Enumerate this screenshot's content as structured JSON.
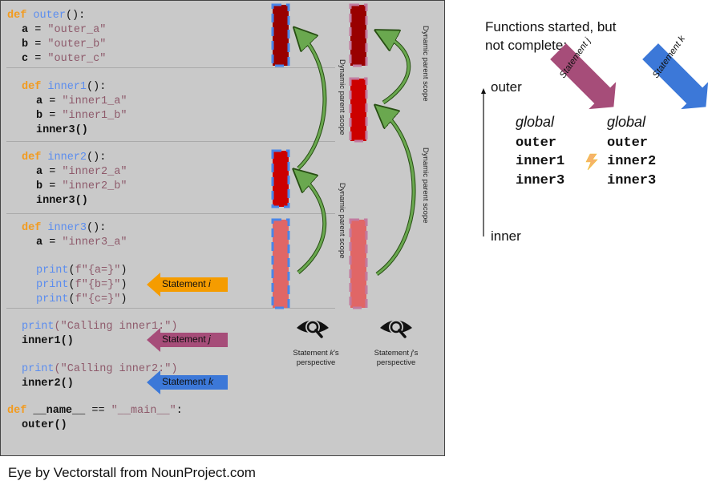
{
  "code": {
    "outer_def": [
      "def",
      "outer",
      "():"
    ],
    "outer_body": [
      {
        "var": "a",
        "val": "\"outer_a\""
      },
      {
        "var": "b",
        "val": "\"outer_b\""
      },
      {
        "var": "c",
        "val": "\"outer_c\""
      }
    ],
    "inner1_def": [
      "def",
      "inner1",
      "():"
    ],
    "inner1_body": [
      {
        "var": "a",
        "val": "\"inner1_a\""
      },
      {
        "var": "b",
        "val": "\"inner1_b\""
      }
    ],
    "inner1_call": "inner3()",
    "inner2_def": [
      "def",
      "inner2",
      "():"
    ],
    "inner2_body": [
      {
        "var": "a",
        "val": "\"inner2_a\""
      },
      {
        "var": "b",
        "val": "\"inner2_b\""
      }
    ],
    "inner2_call": "inner3()",
    "inner3_def": [
      "def",
      "inner3",
      "():"
    ],
    "inner3_body": [
      {
        "var": "a",
        "val": "\"inner3_a\""
      }
    ],
    "prints": [
      {
        "fn": "print",
        "open": "(",
        "arg": "f\"{a=}\"",
        "close": ")"
      },
      {
        "fn": "print",
        "open": "(",
        "arg": "f\"{b=}\"",
        "close": ")"
      },
      {
        "fn": "print",
        "open": "(",
        "arg": "f\"{c=}\"",
        "close": ")"
      }
    ],
    "call_print1": {
      "fn": "print",
      "arg": "(\"Calling inner1:\")"
    },
    "call_inner1": "inner1()",
    "call_print2": {
      "fn": "print",
      "arg": "(\"Calling inner2:\")"
    },
    "call_inner2": "inner2()",
    "main_def": "def",
    "main_name": "__name__",
    "main_eq": "==",
    "main_str": "\"__main__\"",
    "main_colon": ":",
    "main_call": "outer()"
  },
  "statements": {
    "i": {
      "label": "Statement ",
      "letter": "i",
      "color": "#f59c00"
    },
    "j": {
      "label": "Statement ",
      "letter": "j",
      "color": "#a64d79"
    },
    "k": {
      "label": "Statement ",
      "letter": "k",
      "color": "#3c78d8"
    }
  },
  "scope_labels": {
    "dynamic_parent_scope": "Dynamic parent scope"
  },
  "perspectives": {
    "k": {
      "line1_a": "Statement ",
      "line1_b": "k",
      "line1_c": "'s",
      "line2": "perspective"
    },
    "j": {
      "line1_a": "Statement ",
      "line1_b": "j",
      "line1_c": "'s",
      "line2": "perspective"
    }
  },
  "right": {
    "heading_line1": "Functions started, but",
    "heading_line2": "not complete:",
    "arrow_j_label": "Statement j",
    "arrow_k_label": "Statement k",
    "axis_top": "outer",
    "axis_bottom": "inner",
    "stack_j": [
      "global",
      "outer",
      "inner1",
      "inner3"
    ],
    "stack_k": [
      "global",
      "outer",
      "inner2",
      "inner3"
    ]
  },
  "credit": "Eye by Vectorstall from NounProject.com",
  "colors": {
    "dark_red": "#990000",
    "red": "#cc0000",
    "light_red": "#e06666",
    "blue_dash": "#4a86e8",
    "pink_dash": "#c27ba0",
    "green": "#6aa84f",
    "keyword": "#f29b1f",
    "function": "#5b8def",
    "string": "#8e5a6b"
  }
}
